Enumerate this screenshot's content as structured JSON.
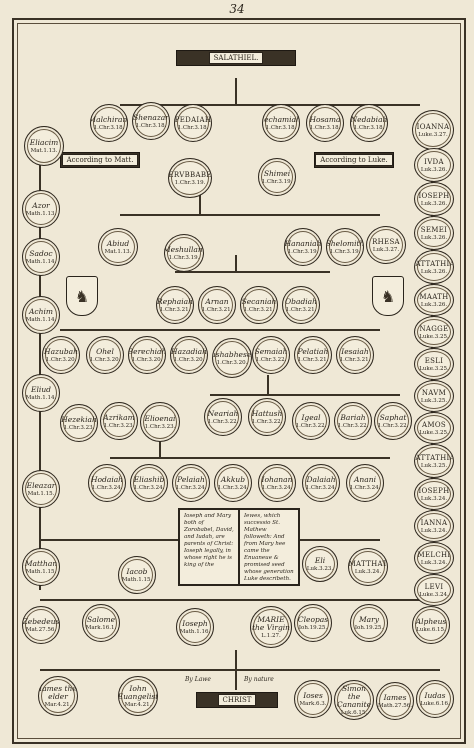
{
  "page_number": "34",
  "banners": {
    "top": "SALATHIEL.",
    "matthew": "According to Matt.",
    "luke": "According to Luke.",
    "bottom": "CHRIST"
  },
  "book": {
    "left": "Ioseph and Mary both of Zorobabel, David, and Iudah, are parents of Christ: Ioseph legally, in whose right he is king of the",
    "right": "Iewes, which successio St. Mathew followeth: And from Mary hee came the Enuaneue & promised seed whose generation Luke describeth."
  },
  "labels": {
    "law": "By Lawe",
    "nature": "By nature"
  },
  "nodes": [
    {
      "name": "Eliacim",
      "ref": "Mat.1.13."
    },
    {
      "name": "Malchiram",
      "ref": "1.Chr.3.18."
    },
    {
      "name": "Shenazar",
      "ref": "1.Chr.3.18."
    },
    {
      "name": "PEDAIAH",
      "ref": "1.Chr.3.18."
    },
    {
      "name": "Iechamiah",
      "ref": "1.Chr.3.18."
    },
    {
      "name": "Hosama",
      "ref": "1.Chr.3.18."
    },
    {
      "name": "Nedabiah",
      "ref": "1.Chr.3.18."
    },
    {
      "name": "IOANNA",
      "ref": "Luke.3.27."
    },
    {
      "name": "Azor",
      "ref": "Math.1.13."
    },
    {
      "name": "ZERVBBABEL",
      "ref": "1.Chr.3.19."
    },
    {
      "name": "Shimei",
      "ref": "1.Chr.3.19."
    },
    {
      "name": "IVDA",
      "ref": "Luk.3.26."
    },
    {
      "name": "IOSEPH",
      "ref": "Luk.3.26."
    },
    {
      "name": "Sadoc",
      "ref": "Math.1.14."
    },
    {
      "name": "Abiud",
      "ref": "Mat.1.13."
    },
    {
      "name": "Meshullam",
      "ref": "1.Chr.3.19."
    },
    {
      "name": "Hananiah",
      "ref": "1.Chr.3.19."
    },
    {
      "name": "Shelomith",
      "ref": "1.Chr.3.19."
    },
    {
      "name": "RHESA",
      "ref": "Luk.3.27."
    },
    {
      "name": "SEMEI",
      "ref": "Luk.3.26."
    },
    {
      "name": "MATTATHIAS",
      "ref": "Luk.3.26."
    },
    {
      "name": "MAATH",
      "ref": "Luk.3.26."
    },
    {
      "name": "Rephaiah",
      "ref": "1.Chr.3.21."
    },
    {
      "name": "Arnan",
      "ref": "1.Chr.3.21."
    },
    {
      "name": "Secaniah",
      "ref": "1.Chr.3.21."
    },
    {
      "name": "Obadiah",
      "ref": "1.Chr.3.21."
    },
    {
      "name": "Achim",
      "ref": "Math.1.14."
    },
    {
      "name": "NAGGE",
      "ref": "Luke.3.25."
    },
    {
      "name": "ESLI",
      "ref": "Luke.3.25."
    },
    {
      "name": "Hazubah",
      "ref": "1.Chr.3.20."
    },
    {
      "name": "Ohel",
      "ref": "1.Chr.3.20."
    },
    {
      "name": "Berechiah",
      "ref": "1.Chr.3.20."
    },
    {
      "name": "Hazadiah",
      "ref": "1.Chr.3.20."
    },
    {
      "name": "Iushabhesed",
      "ref": "1.Chr.3.20."
    },
    {
      "name": "Semaiah",
      "ref": "1.Chr.3.22."
    },
    {
      "name": "Pelatiah",
      "ref": "1.Chr.3.21."
    },
    {
      "name": "Iesaiah",
      "ref": "1.Chr.3.21."
    },
    {
      "name": "NAVM",
      "ref": "Luk.3.25."
    },
    {
      "name": "Eliud",
      "ref": "Math.1.14."
    },
    {
      "name": "AMOS",
      "ref": "Luke.3.25."
    },
    {
      "name": "Hezekiah",
      "ref": "1.Chr.3.23."
    },
    {
      "name": "Azrikam",
      "ref": "1.Chr.3.23."
    },
    {
      "name": "Elioenai",
      "ref": "1.Chr.3.23."
    },
    {
      "name": "Neariah",
      "ref": "1.Chr.3.22."
    },
    {
      "name": "Hattush",
      "ref": "1.Chr.3.22."
    },
    {
      "name": "Igeal",
      "ref": "1.Chr.3.22."
    },
    {
      "name": "Bariah",
      "ref": "1.Chr.3.22."
    },
    {
      "name": "Saphat",
      "ref": "1.Chr.3.22."
    },
    {
      "name": "MATTATHIAS",
      "ref": "Luk.3.25."
    },
    {
      "name": "IOSEPH",
      "ref": "Luk.3.24."
    },
    {
      "name": "Eleazar",
      "ref": "Mat.1.15."
    },
    {
      "name": "Hodaiah",
      "ref": "1.Chr.3.24."
    },
    {
      "name": "Eliashib",
      "ref": "1.Chr.3.24."
    },
    {
      "name": "Pelaiah",
      "ref": "1.Chr.3.24."
    },
    {
      "name": "Akkub",
      "ref": "1.Chr.3.24."
    },
    {
      "name": "Iohanan",
      "ref": "1.Chr.3.24."
    },
    {
      "name": "Dalaiah",
      "ref": "1.Chr.3.24."
    },
    {
      "name": "Anani",
      "ref": "1.Chr.3.24."
    },
    {
      "name": "IANNA",
      "ref": "Luk.3.24."
    },
    {
      "name": "MELCHI",
      "ref": "Luk.3.24."
    },
    {
      "name": "LEVI",
      "ref": "Luke.3.24."
    },
    {
      "name": "Matthan",
      "ref": "Math.1.15."
    },
    {
      "name": "Iacob",
      "ref": "Math.1.15."
    },
    {
      "name": "Eli",
      "ref": "Luk.3.23."
    },
    {
      "name": "MATTHAT",
      "ref": "Luk.3.24."
    },
    {
      "name": "Zebedeus",
      "ref": "Mat.27.56."
    },
    {
      "name": "Salome",
      "ref": "Mark.16.1."
    },
    {
      "name": "Ioseph",
      "ref": "Math.1.16."
    },
    {
      "name": "MARIE the Virgin",
      "ref": "L.1.27."
    },
    {
      "name": "Cleopas",
      "ref": "Ioh.19.25."
    },
    {
      "name": "Mary",
      "ref": "Ioh.19.25."
    },
    {
      "name": "Alpheus",
      "ref": "Luke.6.15."
    },
    {
      "name": "Iames the elder",
      "ref": "Mar.4.21."
    },
    {
      "name": "Iohn Euangelist",
      "ref": "Mar.4.21."
    },
    {
      "name": "Ioses",
      "ref": "Mark.6.3."
    },
    {
      "name": "Simon the Cananite",
      "ref": "Luk.6.15."
    },
    {
      "name": "Iames",
      "ref": "Math.27.56."
    },
    {
      "name": "Iudas",
      "ref": "Luke.6.16."
    }
  ]
}
